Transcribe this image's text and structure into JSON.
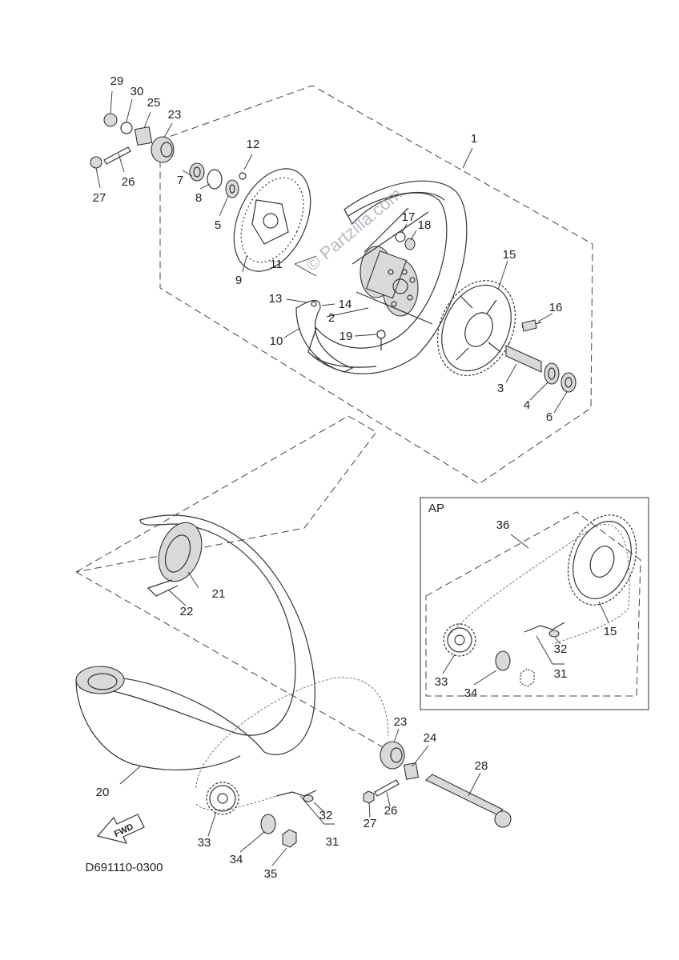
{
  "diagram": {
    "code": "D691110-0300",
    "watermark": "© Partzilla.com",
    "fwd_label": "FWD",
    "inset_label": "AP"
  },
  "labels": {
    "l1": "1",
    "l2": "2",
    "l3": "3",
    "l4": "4",
    "l5": "5",
    "l6": "6",
    "l7": "7",
    "l8": "8",
    "l9": "9",
    "l10": "10",
    "l11": "11",
    "l12": "12",
    "l13": "13",
    "l14": "14",
    "l15": "15",
    "l16": "16",
    "l17": "17",
    "l18": "18",
    "l19": "19",
    "l20": "20",
    "l21": "21",
    "l22": "22",
    "l23": "23",
    "l24": "24",
    "l25": "25",
    "l26": "26",
    "l27": "27",
    "l28": "28",
    "l29": "29",
    "l30": "30",
    "l31": "31",
    "l32": "32",
    "l33": "33",
    "l34": "34",
    "l35": "35",
    "l36": "36"
  }
}
